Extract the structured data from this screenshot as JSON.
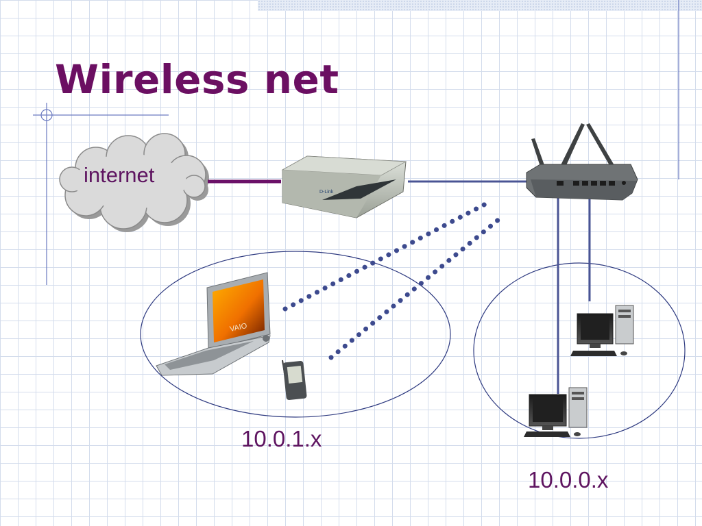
{
  "slide": {
    "title": "Wireless net"
  },
  "diagram": {
    "nodes": {
      "internet": "internet",
      "wireless_lan": "10.0.1.x",
      "wired_lan": "10.0.0.x"
    }
  },
  "colors": {
    "title": "#6b0f62",
    "label_text": "#5e1460",
    "grid": "#d3dcec",
    "wired_link": "#4a5494",
    "wireless_dots": "#3d4a8e",
    "internet_link": "#6b1168",
    "lan_outline": "#2e3a80",
    "decor_line": "#6a79c0"
  },
  "icons": [
    "internet-cloud-icon",
    "modem-icon",
    "wireless-router-icon",
    "laptop-icon",
    "pda-icon",
    "desktop-computer-icon"
  ]
}
